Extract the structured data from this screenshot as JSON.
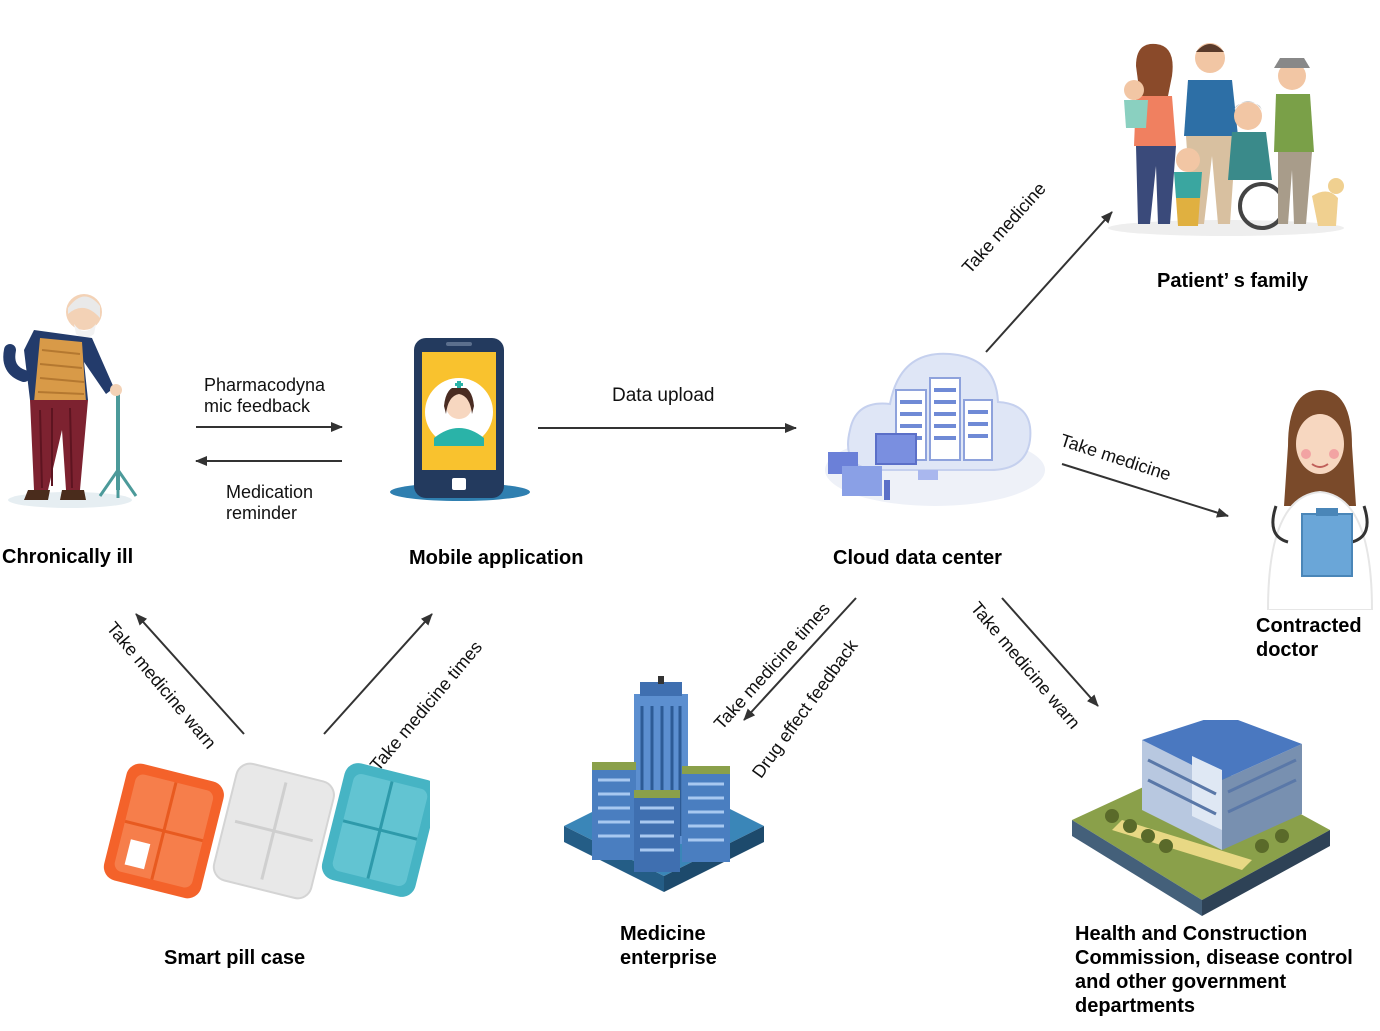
{
  "nodes": {
    "chronically_ill": "Chronically ill",
    "mobile_app": "Mobile application",
    "cloud": "Cloud data center",
    "family": "Patient’ s family",
    "doctor_line1": "Contracted",
    "doctor_line2": "doctor",
    "pill_case": "Smart pill case",
    "enterprise_line1": "Medicine",
    "enterprise_line2": "enterprise",
    "gov_line1": "Health and Construction",
    "gov_line2": "Commission, disease control",
    "gov_line3": "and other government",
    "gov_line4": "departments"
  },
  "edges": {
    "pharma_line1": "Pharmacodyna",
    "pharma_line2": "mic feedback",
    "reminder_line1": "Medication",
    "reminder_line2": "reminder",
    "data_upload": "Data upload",
    "take_medicine_family": "Take medicine",
    "take_medicine_doctor": "Take medicine",
    "take_medicine_times_enterprise": "Take medicine times",
    "drug_effect_feedback": "Drug effect feedback",
    "take_medicine_warn_gov": "Take medicine warn",
    "take_medicine_warn_ill": "Take medicine warn",
    "take_medicine_times_app": "Take medicine times"
  },
  "colors": {
    "arrow": "#333333",
    "phone_body": "#233a5e",
    "phone_screen": "#f9c22e",
    "pill_orange": "#f4622a",
    "pill_white": "#e8e8e8",
    "pill_teal": "#46b4c4",
    "building_blue": "#3f6fb0",
    "grass": "#8aa04a"
  }
}
